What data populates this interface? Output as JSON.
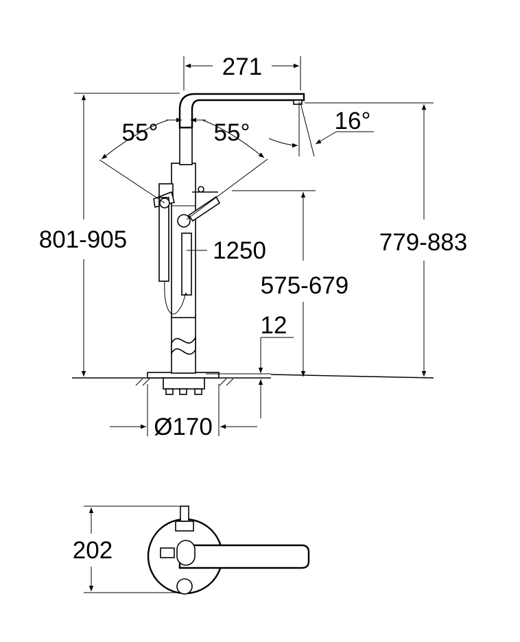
{
  "dimensions": {
    "spout_reach": "271",
    "left_angle": "55°",
    "right_angle": "55°",
    "spout_angle": "16°",
    "overall_height": "801-905",
    "spout_height": "779-883",
    "hose_length": "1250",
    "handshower_height": "575-679",
    "floor_offset": "12",
    "base_diameter": "Ø170",
    "top_view_depth": "202"
  }
}
